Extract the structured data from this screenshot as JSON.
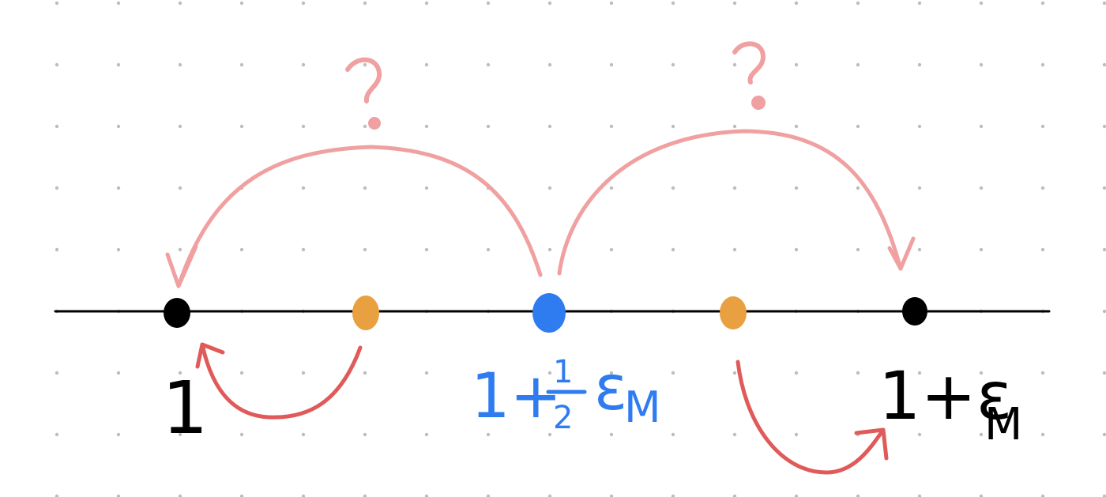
{
  "labels": {
    "left_point": "1",
    "middle_point": "1 + ½ε",
    "middle_point_sub": "M",
    "right_point": "1+ε",
    "right_point_sub": "M",
    "question_left": "?",
    "question_right": "?"
  },
  "colors": {
    "background": "#ffffff",
    "grid_dot": "#bdbdbd",
    "axis": "#000000",
    "point_black": "#000000",
    "point_blue": "#2f7bf0",
    "point_orange": "#e8a040",
    "label_black": "#000000",
    "label_blue": "#2f7bf0",
    "arrow_pink": "#f0a0a0",
    "arrow_red": "#e05a5a",
    "question_pink": "#f0a0a0"
  }
}
